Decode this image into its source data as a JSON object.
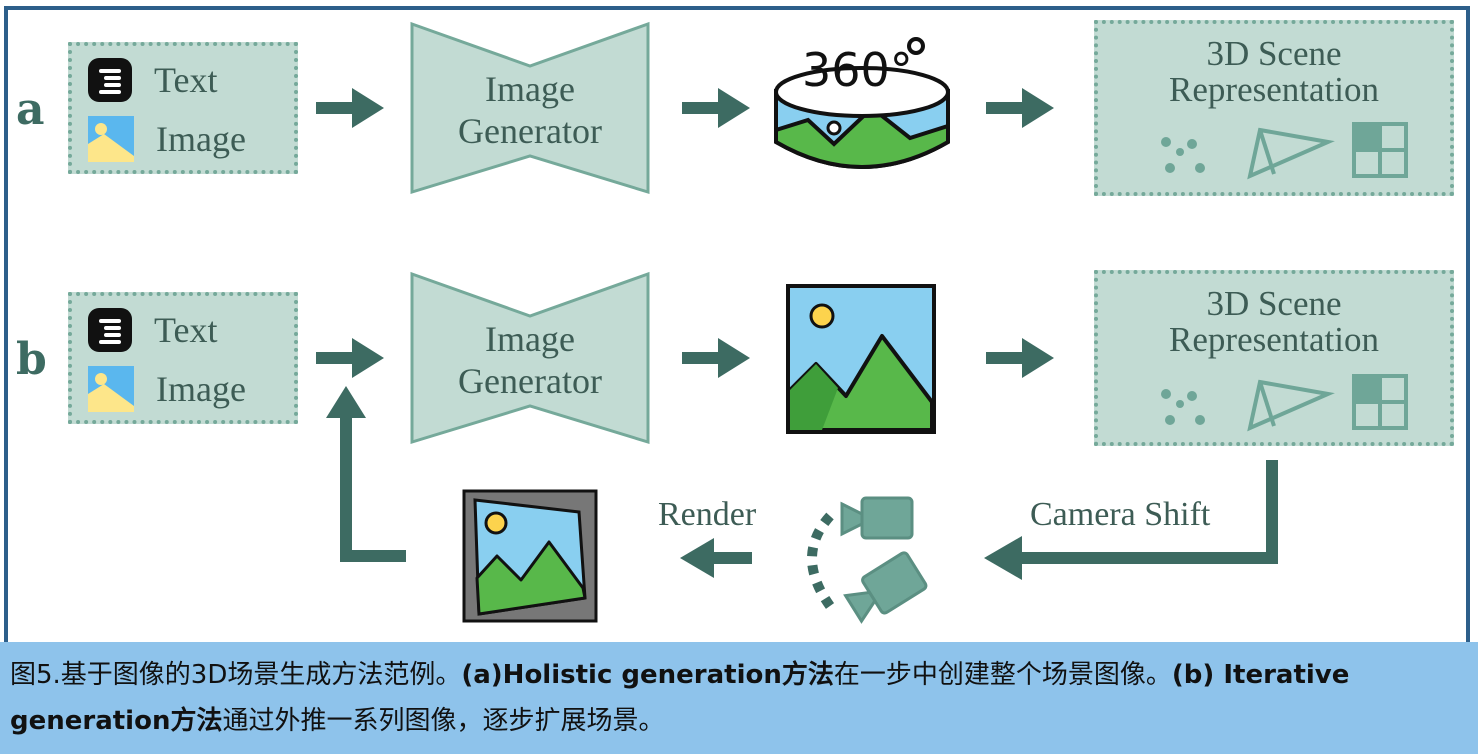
{
  "rows": [
    {
      "label": "a",
      "inputs": {
        "text": "Text",
        "image": "Image"
      },
      "generator": {
        "line1": "Image",
        "line2": "Generator"
      },
      "scene": {
        "line1": "3D Scene",
        "line2": "Representation"
      },
      "panorama_text": "360°"
    },
    {
      "label": "b",
      "inputs": {
        "text": "Text",
        "image": "Image"
      },
      "generator": {
        "line1": "Image",
        "line2": "Generator"
      },
      "scene": {
        "line1": "3D Scene",
        "line2": "Representation"
      }
    }
  ],
  "loop": {
    "render_label": "Render",
    "camera_shift_label": "Camera Shift"
  },
  "caption": {
    "p1": "图5.基于图像的3D场景生成方法范例。",
    "p2": "(a)Holistic generation方法",
    "p3": "在一步中创建整个场景图像。",
    "p4": "(b) Iterative generation方法",
    "p5": "通过外推一系列图像，逐步扩展场景。"
  },
  "colors": {
    "accent_dark": "#3d6b62",
    "box_fill": "#c2dbd3",
    "box_border": "#75a99a",
    "caption_bg": "#8ec3eb",
    "frame_border": "#2d5f8a"
  }
}
